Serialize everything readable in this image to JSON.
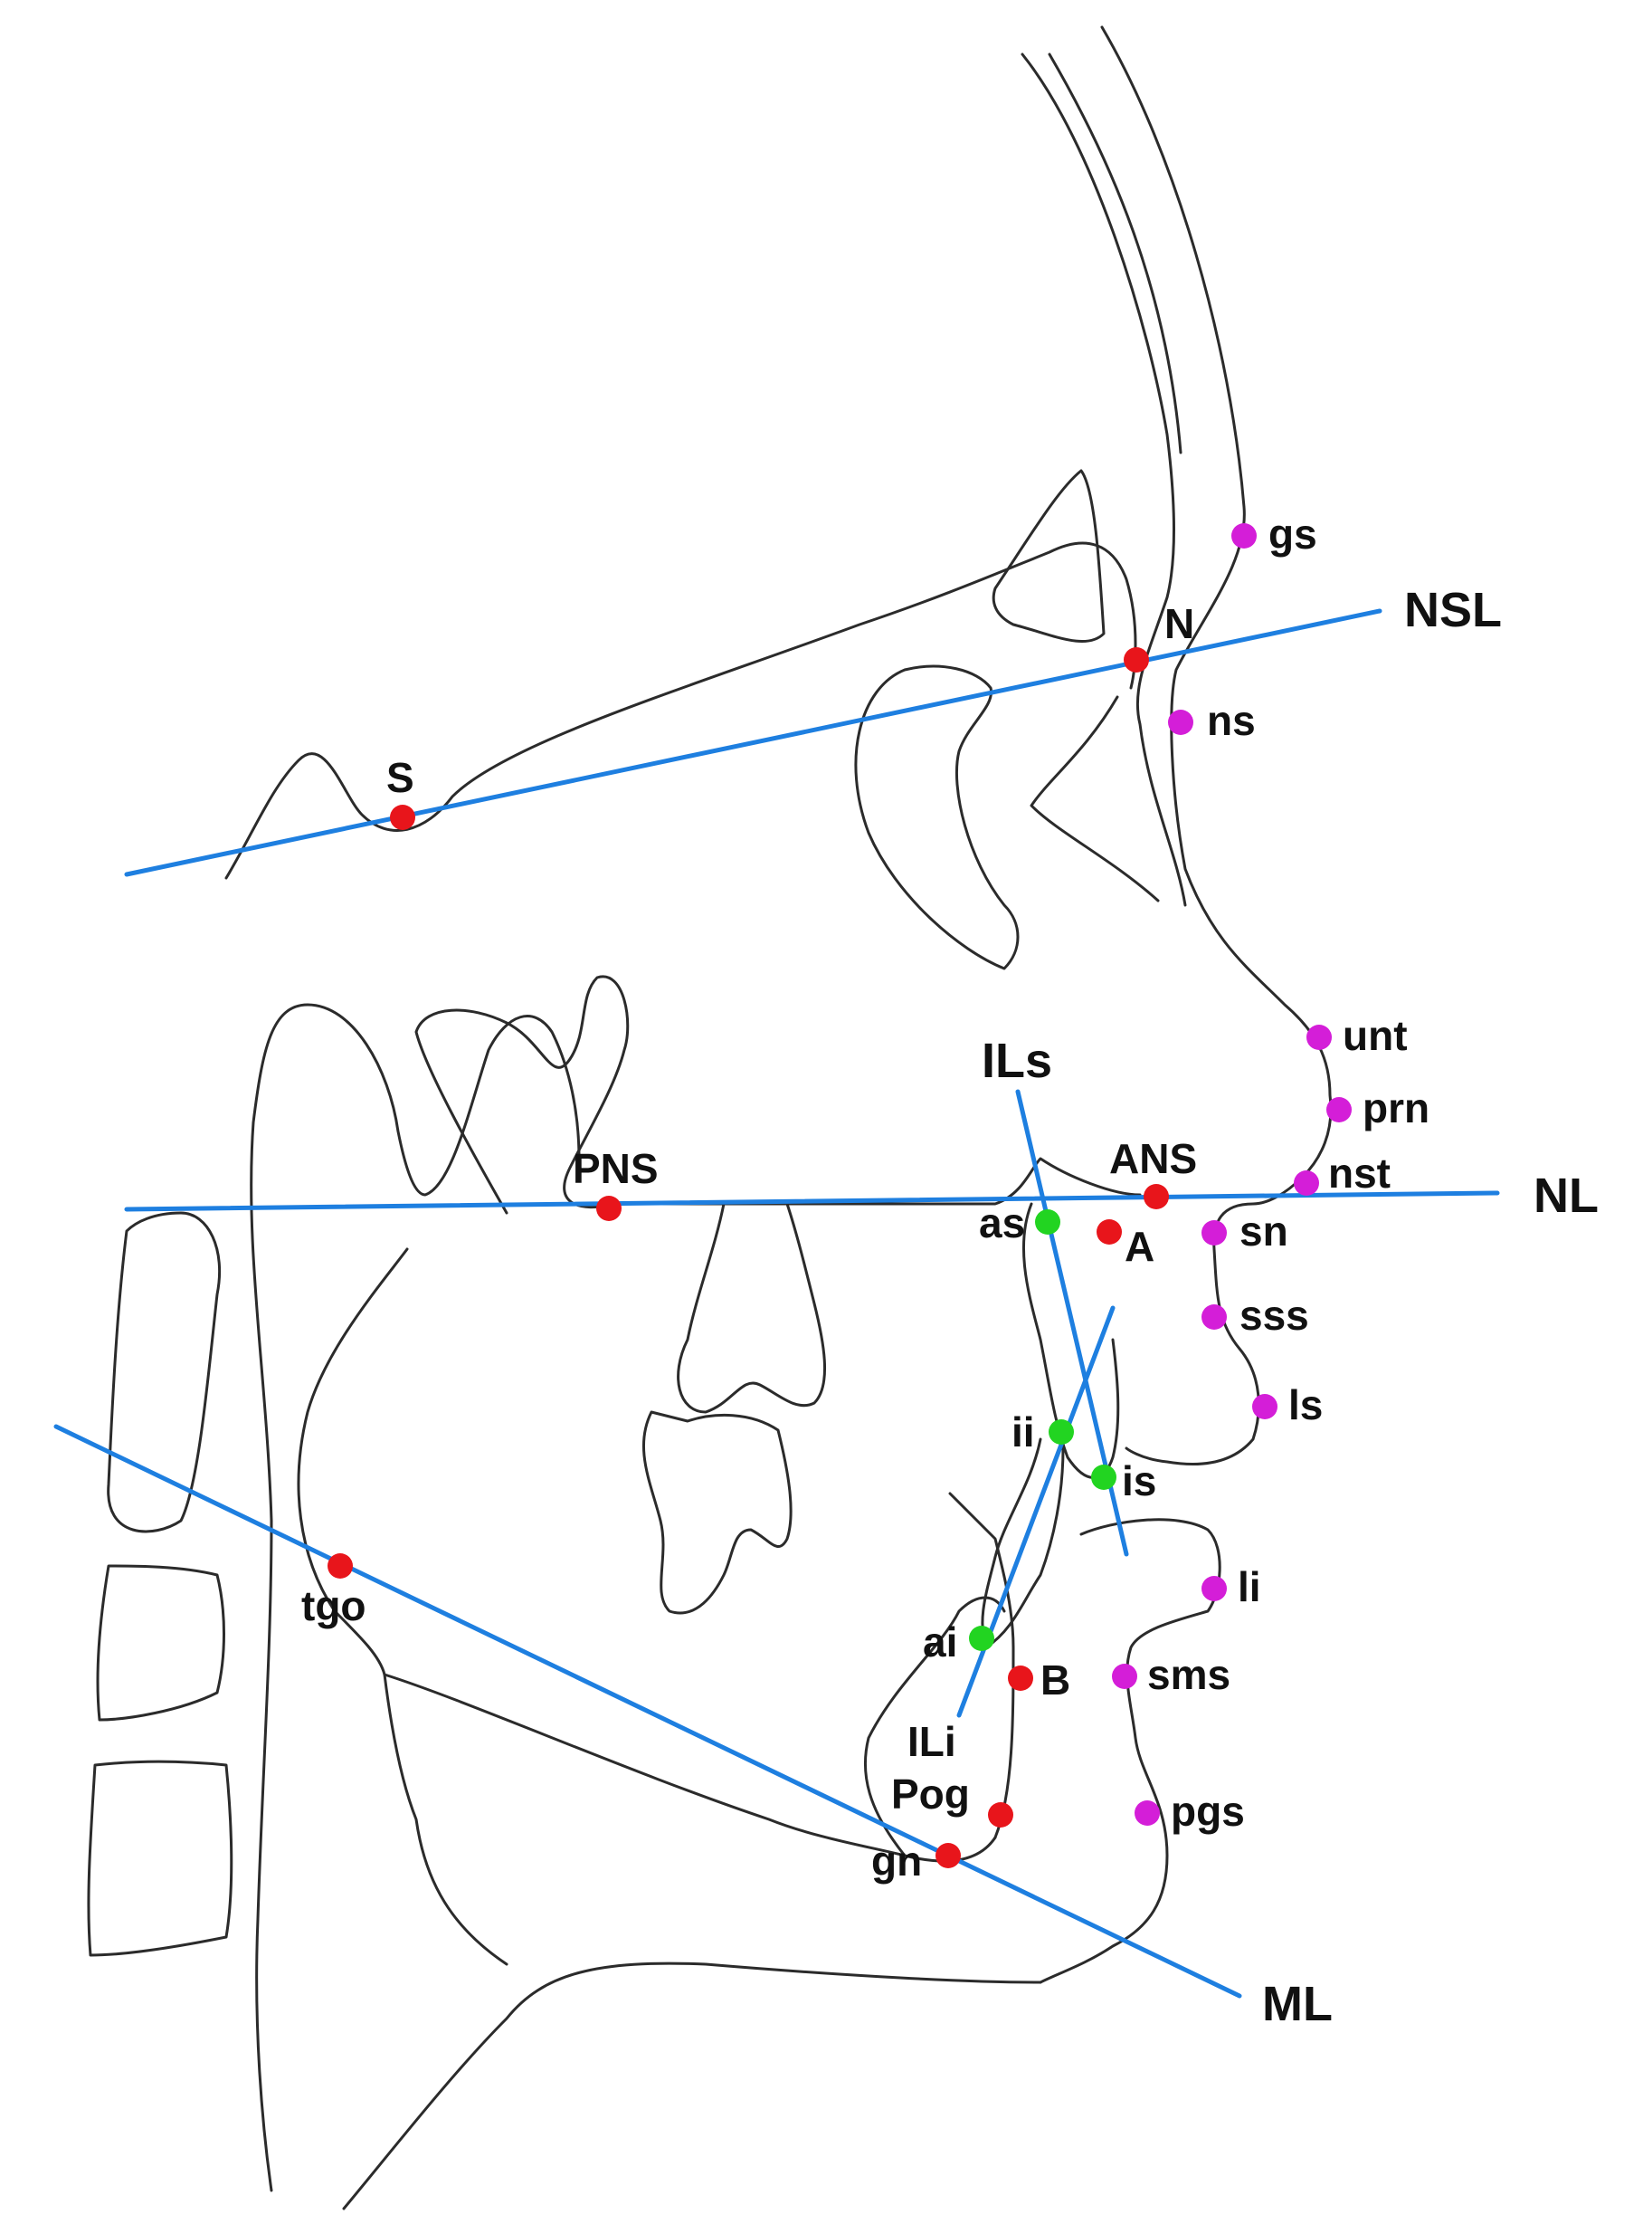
{
  "colors": {
    "skeletal": "#e8151b",
    "soft_tissue": "#d41ed8",
    "dental": "#22d421",
    "lines": "#1e7fe0",
    "outline": "#2b2b2b"
  },
  "lines": [
    {
      "label": "NSL"
    },
    {
      "label": "NL"
    },
    {
      "label": "ML"
    },
    {
      "label": "ILs"
    },
    {
      "label": "ILi"
    }
  ],
  "landmarks": {
    "skeletal": [
      {
        "label": "S"
      },
      {
        "label": "N"
      },
      {
        "label": "PNS"
      },
      {
        "label": "ANS"
      },
      {
        "label": "A"
      },
      {
        "label": "B"
      },
      {
        "label": "Pog"
      },
      {
        "label": "gn"
      },
      {
        "label": "tgo"
      }
    ],
    "soft_tissue": [
      {
        "label": "gs"
      },
      {
        "label": "ns"
      },
      {
        "label": "unt"
      },
      {
        "label": "prn"
      },
      {
        "label": "nst"
      },
      {
        "label": "sn"
      },
      {
        "label": "sss"
      },
      {
        "label": "ls"
      },
      {
        "label": "li"
      },
      {
        "label": "sms"
      },
      {
        "label": "pgs"
      }
    ],
    "dental": [
      {
        "label": "as"
      },
      {
        "label": "ii"
      },
      {
        "label": "is"
      },
      {
        "label": "ai"
      }
    ]
  }
}
